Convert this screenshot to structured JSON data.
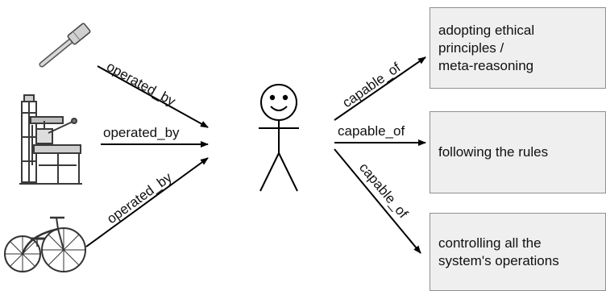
{
  "edges": {
    "hammer_to_agent": "operated_by",
    "press_to_agent": "operated_by",
    "bicycle_to_agent": "operated_by",
    "agent_to_principles": "capable_of",
    "agent_to_rules": "capable_of",
    "agent_to_control": "capable_of"
  },
  "capabilities": {
    "principles": "adopting ethical\nprinciples /\nmeta-reasoning",
    "rules": "following the rules",
    "control": "controlling all the\nsystem's operations"
  },
  "icons": {
    "tool": "hammer-icon",
    "machine": "printing-press-icon",
    "vehicle": "bicycle-icon",
    "agent": "stick-figure-icon"
  },
  "colors": {
    "box_fill": "#efefef",
    "box_border": "#8f8f8f",
    "line": "#000000"
  }
}
